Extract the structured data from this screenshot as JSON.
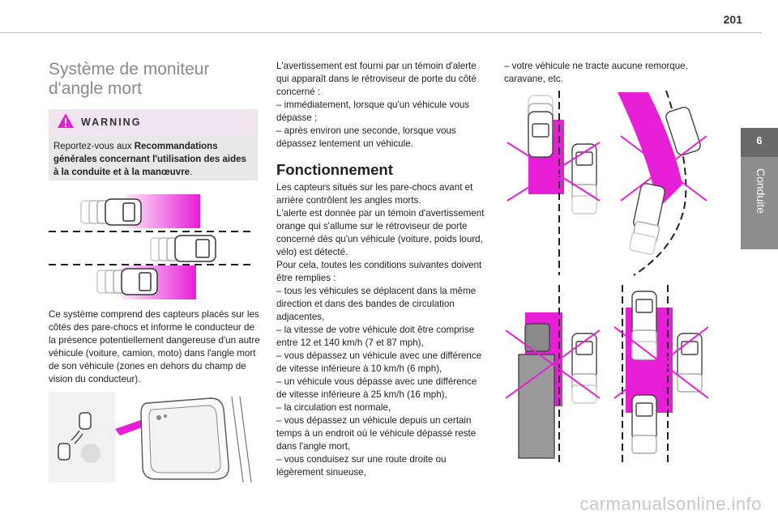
{
  "page": {
    "number": "201"
  },
  "chapter_tab": {
    "number": "6",
    "label": "Conduite"
  },
  "left": {
    "title": "Système de moniteur d'angle mort",
    "warning": {
      "label": "WARNING",
      "text_pre": "Reportez-vous aux ",
      "text_bold": "Recommandations générales concernant l'utilisation des aides à la conduite et à la manœuvre",
      "text_post": "."
    },
    "body": "Ce système comprend des capteurs placés sur les côtés des pare-chocs et informe le conducteur de la présence potentiellement dangereuse d'un autre véhicule (voiture, camion, moto) dans l'angle mort de son véhicule (zones en dehors du champ de vision du conducteur)."
  },
  "middle": {
    "intro": [
      "L'avertissement est fourni par un témoin d'alerte qui apparaît dans le rétroviseur de porte du côté concerné :",
      "– immédiatement, lorsque qu'un véhicule vous dépasse ;",
      "– après environ une seconde, lorsque vous dépassez lentement un véhicule."
    ],
    "heading": "Fonctionnement",
    "body": [
      "Les capteurs situés sur les pare-chocs avant et arrière contrôlent les angles morts.",
      "L'alerte est donnée par un témoin d'avertissement orange qui s'allume sur le rétroviseur de porte concerné dès qu'un véhicule (voiture, poids lourd, vélo) est détecté.",
      "Pour cela, toutes les conditions suivantes doivent être remplies :",
      "– tous les véhicules se déplacent dans la même direction et dans des bandes de circulation adjacentes,",
      "– la vitesse de votre véhicule doit être comprise entre 12 et 140 km/h (7 et 87 mph),",
      "– vous dépassez un véhicule avec une différence de vitesse inférieure à 10 km/h (6 mph),",
      "– un véhicule vous dépasse avec une différence de vitesse inférieure à 25 km/h (16 mph),",
      "– la circulation est normale,",
      "– vous dépassez un véhicule depuis un certain temps à un endroit où le véhicule dépassé reste dans l'angle mort,",
      "– vous conduisez sur une route droite ou légèrement sinueuse,"
    ]
  },
  "right": {
    "text": "– votre véhicule ne tracte aucune remorque, caravane, etc."
  },
  "watermark": "carmanualsonline.info",
  "colors": {
    "accent": "#e61fd6",
    "tab": "#8d8d8d"
  },
  "icons": [
    "warning-triangle-icon",
    "mirror-indicator-icon",
    "car-icon",
    "truck-icon",
    "cross-mark-icon"
  ]
}
